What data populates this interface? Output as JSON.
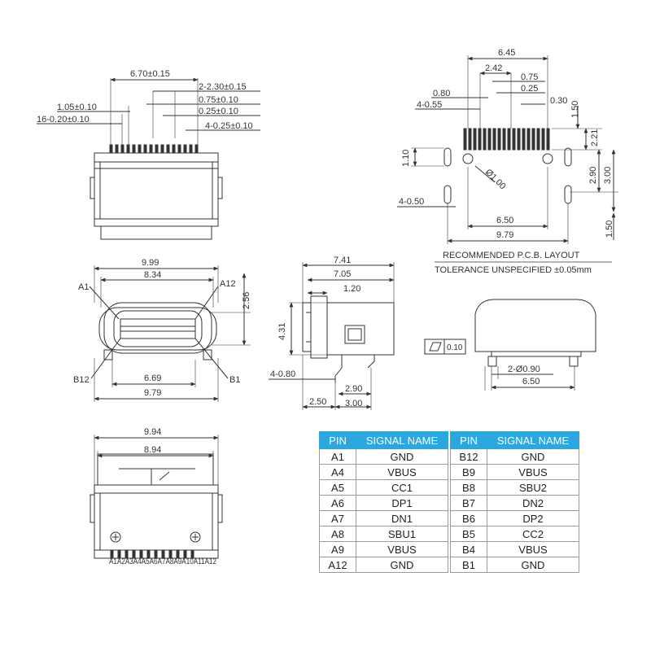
{
  "top_left": {
    "dims": [
      "6.70±0.15",
      "2-2.30±0.15",
      "0.75±0.10",
      "0.25±0.10",
      "4-0.25±0.10",
      "1.05±0.10",
      "16-0.20±0.10"
    ]
  },
  "pcb": {
    "dims": [
      "6.45",
      "2.42",
      "0.75",
      "0.25",
      "0.80",
      "4-0.55",
      "0.30",
      "1.50",
      "2.21",
      "1.10",
      "Ø1.00",
      "2.90",
      "3.00",
      "4-0.50",
      "6.50",
      "9.79",
      "1.50"
    ],
    "title": "RECOMMENDED  P.C.B. LAYOUT",
    "tolerance": "TOLERANCE UNSPECIFIED ±0.05mm"
  },
  "front": {
    "dims": [
      "9.99",
      "8.34",
      "2.56",
      "6.69",
      "9.79"
    ],
    "pins": [
      "A1",
      "A12",
      "B12",
      "B1"
    ]
  },
  "side": {
    "dims": [
      "7.41",
      "7.05",
      "1.20",
      "4.31",
      "4-0.80",
      "2.90",
      "2.50",
      "3.00"
    ]
  },
  "right_view": {
    "flatness": "0.10",
    "dims": [
      "2-Ø0.90",
      "6.50"
    ]
  },
  "bottom": {
    "dims": [
      "9.94",
      "8.94"
    ],
    "pin_label": "A1A2A3A4A5A6A7A8A9A10A11A12"
  },
  "pin_table": {
    "headers": [
      "PIN",
      "SIGNAL NAME"
    ],
    "left": [
      {
        "pin": "A1",
        "signal": "GND"
      },
      {
        "pin": "A4",
        "signal": "VBUS"
      },
      {
        "pin": "A5",
        "signal": "CC1"
      },
      {
        "pin": "A6",
        "signal": "DP1"
      },
      {
        "pin": "A7",
        "signal": "DN1"
      },
      {
        "pin": "A8",
        "signal": "SBU1"
      },
      {
        "pin": "A9",
        "signal": "VBUS"
      },
      {
        "pin": "A12",
        "signal": "GND"
      }
    ],
    "right": [
      {
        "pin": "B12",
        "signal": "GND"
      },
      {
        "pin": "B9",
        "signal": "VBUS"
      },
      {
        "pin": "B8",
        "signal": "SBU2"
      },
      {
        "pin": "B7",
        "signal": "DN2"
      },
      {
        "pin": "B6",
        "signal": "DP2"
      },
      {
        "pin": "B5",
        "signal": "CC2"
      },
      {
        "pin": "B4",
        "signal": "VBUS"
      },
      {
        "pin": "B1",
        "signal": "GND"
      }
    ]
  }
}
